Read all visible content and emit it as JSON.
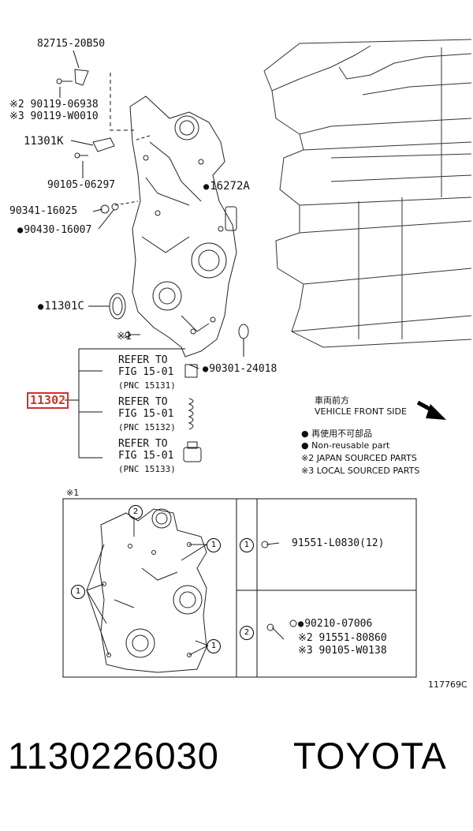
{
  "callouts": {
    "bracket_8271": "82715-20B50",
    "bolt_90119_a": "※2 90119-06938",
    "bolt_90119_b": "※3 90119-W0010",
    "sensor_11301k": "11301K",
    "bolt_90105": "90105-06297",
    "gasket_16272a": "16272A",
    "plug_90341": "90341-16025",
    "gasket_90430": "90430-16007",
    "oil_seal_11301c": "11301C",
    "note_mark_1": "※1",
    "ring_90301": "90301-24018"
  },
  "refer_groups": [
    {
      "line1": "REFER TO",
      "line2": "FIG 15-01",
      "line3": "(PNC 15131)"
    },
    {
      "line1": "REFER TO",
      "line2": "FIG 15-01",
      "line3": "(PNC 15132)"
    },
    {
      "line1": "REFER TO",
      "line2": "FIG 15-01",
      "line3": "(PNC 15133)"
    }
  ],
  "highlighted_part": "11302",
  "legend": {
    "front_jp": "車両前方",
    "front_en": "VEHICLE FRONT SIDE",
    "nonreuse_jp": "再使用不可部品",
    "nonreuse_en": "Non-reusable part",
    "japan": "※2 JAPAN SOURCED PARTS",
    "local": "※3 LOCAL SOURCED PARTS"
  },
  "inset": {
    "mark": "※1",
    "ref1": "1",
    "ref2": "2",
    "part1": "91551-L0830(12)",
    "part2a": "90210-07006",
    "part2b": "※2 91551-80860",
    "part2c": "※3 90105-W0138"
  },
  "figure_id": "117769C",
  "caption": {
    "part_number": "1130226030",
    "brand": "TOYOTA"
  },
  "colors": {
    "highlight": "#d32f2f",
    "line": "#111111"
  }
}
